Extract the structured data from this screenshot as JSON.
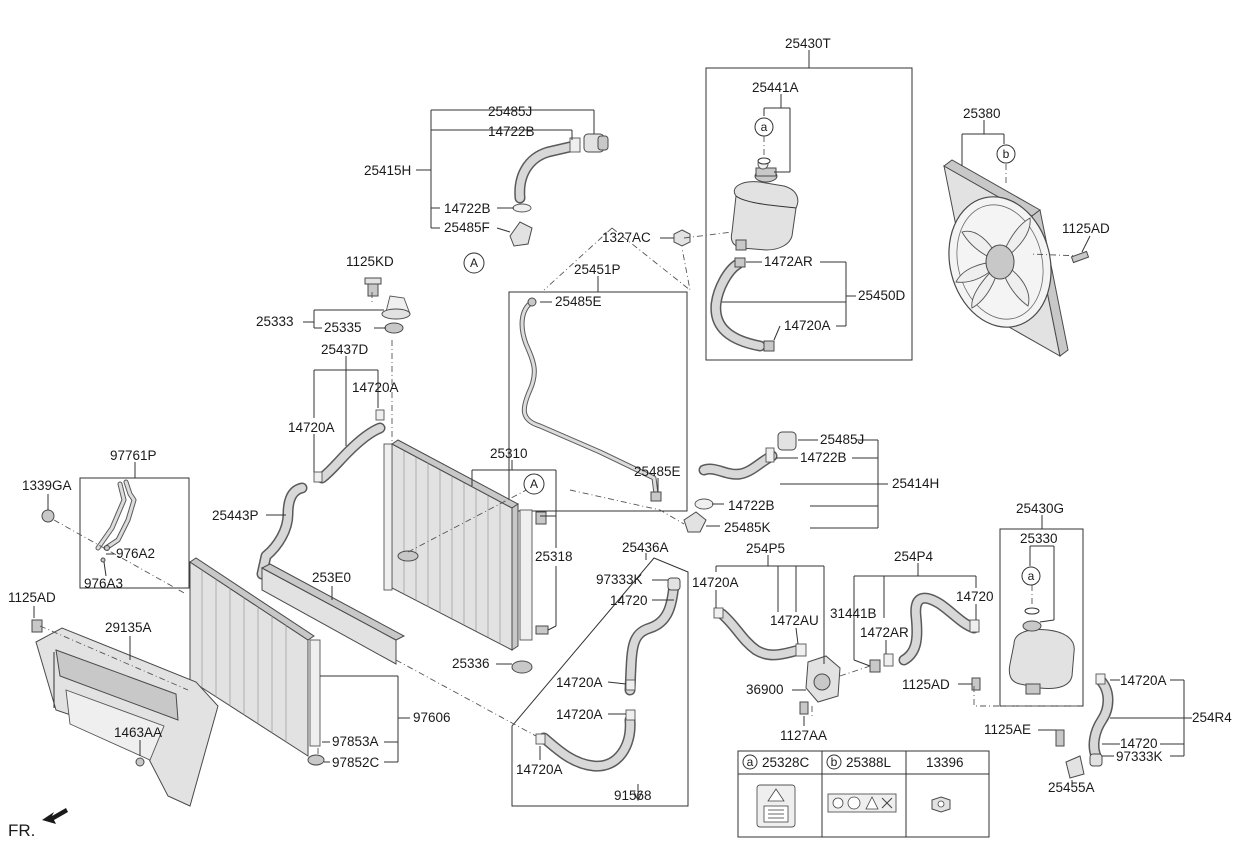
{
  "labels": {
    "p25430T": "25430T",
    "p25441A": "25441A",
    "p25380": "25380",
    "p25485J_top": "25485J",
    "p14722B_top": "14722B",
    "p25415H": "25415H",
    "p14722B_mid": "14722B",
    "p25485F": "25485F",
    "p1327AC": "1327AC",
    "p25451P": "25451P",
    "p25485E_top": "25485E",
    "p1472AR_top": "1472AR",
    "p25450D": "25450D",
    "p14720A_tank": "14720A",
    "p1125AD_fan": "1125AD",
    "p1125KD": "1125KD",
    "p25333": "25333",
    "p25335": "25335",
    "p25437D": "25437D",
    "p14720A_437a": "14720A",
    "p14720A_437b": "14720A",
    "p25310": "25310",
    "p25485J_r": "25485J",
    "p14722B_r1": "14722B",
    "p25414H": "25414H",
    "p25485E_bot": "25485E",
    "p14722B_r2": "14722B",
    "p25485K": "25485K",
    "p97761P": "97761P",
    "p1339GA": "1339GA",
    "p976A2": "976A2",
    "p976A3": "976A3",
    "p25443P": "25443P",
    "p25318": "25318",
    "p253E0": "253E0",
    "p1125AD_left": "1125AD",
    "p29135A": "29135A",
    "p1463AA": "1463AA",
    "p25336": "25336",
    "p97606": "97606",
    "p97853A": "97853A",
    "p97852C": "97852C",
    "p25436A": "25436A",
    "p97333K_mid": "97333K",
    "p14720_mid": "14720",
    "p14720A_m1": "14720A",
    "p14720A_m2": "14720A",
    "p14720A_m3": "14720A",
    "p91568": "91568",
    "p254P5": "254P5",
    "p14720A_p5": "14720A",
    "p1472AU": "1472AU",
    "p36900": "36900",
    "p1127AA": "1127AA",
    "p254P4": "254P4",
    "p31441B": "31441B",
    "p1472AR_p4": "1472AR",
    "p14720_p4": "14720",
    "p25430G": "25430G",
    "p25330": "25330",
    "p1125AD_r": "1125AD",
    "p14720A_r4": "14720A",
    "p254R4": "254R4",
    "p1125AE": "1125AE",
    "p14720_r4": "14720",
    "p97333K_r4": "97333K",
    "p25455A": "25455A",
    "fr": "FR."
  },
  "circle_refs": {
    "a_top": "a",
    "b_fan": "b",
    "A_hose": "A",
    "A_rad": "A",
    "a_tank2": "a"
  },
  "legend": {
    "a_letter": "a",
    "a_part": "25328C",
    "b_letter": "b",
    "b_part": "25388L",
    "c_part": "13396"
  }
}
